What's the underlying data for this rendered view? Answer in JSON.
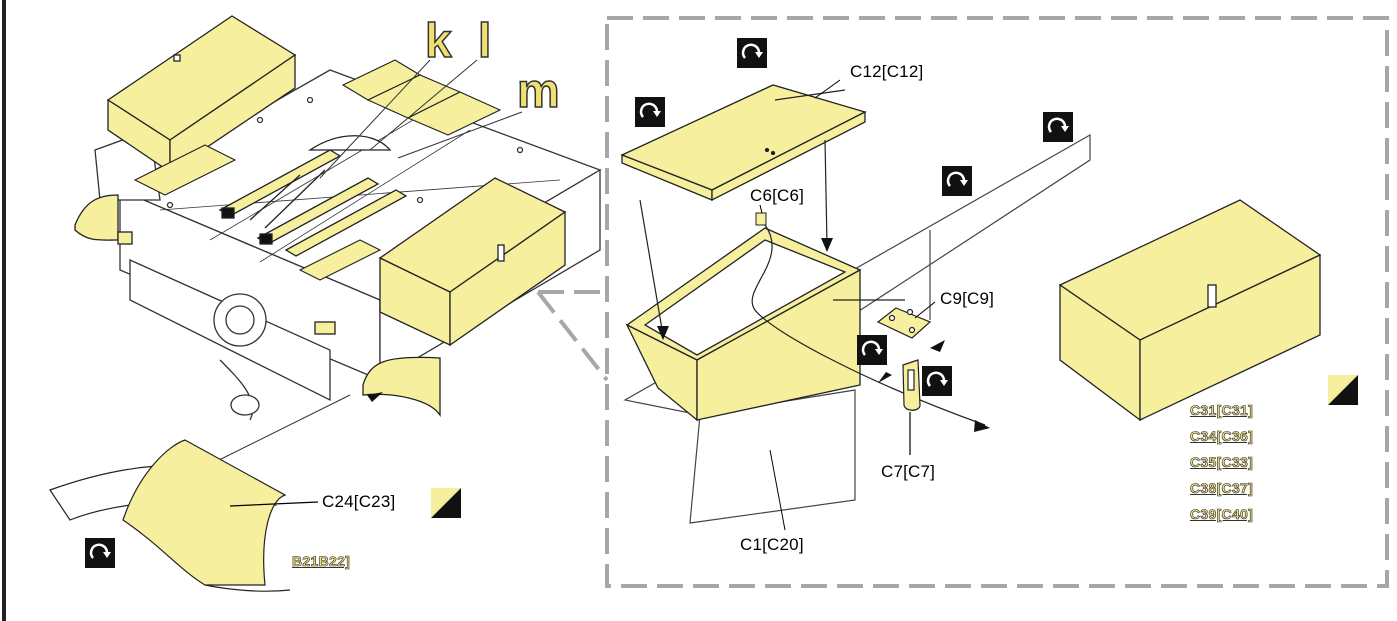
{
  "diagram": {
    "part_labels": {
      "c12": "C12[C12]",
      "c6": "C6[C6]",
      "c9": "C9[C9]",
      "c7": "C7[C7]",
      "c1": "C1[C20]",
      "c24": "C24[C23]"
    },
    "letters": {
      "k": "k",
      "l": "l",
      "m": "m"
    },
    "codes_right": [
      "C31[C31]",
      "C34[C36]",
      "C35[C33]",
      "C38[C37]",
      "C39[C40]"
    ],
    "code_left": "B21B22]",
    "colors": {
      "part_fill": "#f6ef9d",
      "outline": "#222222",
      "dash_border": "#a7a7a7",
      "icon_bg": "#111111"
    },
    "icons": [
      "fold-arrow-icon",
      "half-triangle-icon"
    ]
  }
}
